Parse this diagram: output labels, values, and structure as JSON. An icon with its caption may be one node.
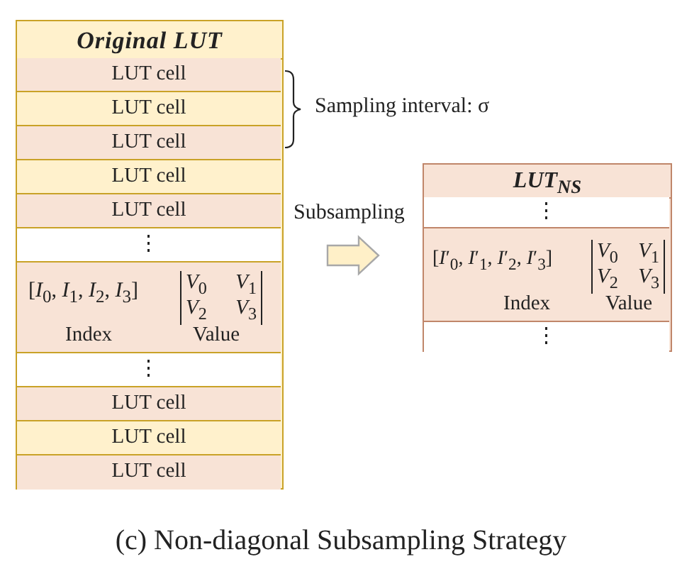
{
  "diagram": {
    "caption": "(c) Non-diagonal Subsampling Strategy",
    "nodes": [
      {
        "text": [
          "Original LUT"
        ]
      },
      {
        "text": [
          "LUT cell"
        ],
        "in": 0
      },
      {
        "text": [
          "LUT cell"
        ],
        "in": 0
      },
      {
        "text": [
          "LUT cell"
        ],
        "in": 0
      },
      {
        "text": [
          "LUT cell"
        ],
        "in": 0
      },
      {
        "text": [
          "LUT cell"
        ],
        "in": 0
      },
      {
        "text": [
          "⋮"
        ],
        "in": 0
      },
      {
        "text": [
          "[*I*$_{0}$, *I*$_{1}$, *I*$_{2}$, *I*$_{3}$]",
          "*V*$_{0}$",
          "*V*$_{1}$",
          "*V*$_{2}$",
          "*V*$_{3}$",
          "Index",
          "Value"
        ],
        "in": 0
      },
      {
        "text": [
          "⋮"
        ],
        "in": 0
      },
      {
        "text": [
          "LUT cell"
        ],
        "in": 0
      },
      {
        "text": [
          "LUT cell"
        ],
        "in": 0
      },
      {
        "text": [
          "LUT cell"
        ],
        "in": 0
      },
      {
        "text": [
          "LUT$_{NS}$"
        ]
      },
      {
        "text": [
          "⋮"
        ],
        "in": 12
      },
      {
        "text": [
          "[*I*′$_{0}$, *I*′$_{1}$, *I*′$_{2}$, *I*′$_{3}$]",
          "*V*$_{0}$",
          "*V*$_{1}$",
          "*V*$_{2}$",
          "*V*$_{3}$",
          "Index",
          "Value"
        ],
        "in": 12
      },
      {
        "text": [
          "⋮"
        ],
        "in": 12
      }
    ],
    "edges": [
      {
        "from": 0,
        "to": 12,
        "arrow": "to",
        "label": "Subsampling",
        "style": "thick"
      }
    ],
    "labels": [
      "Sampling interval: σ"
    ]
  }
}
